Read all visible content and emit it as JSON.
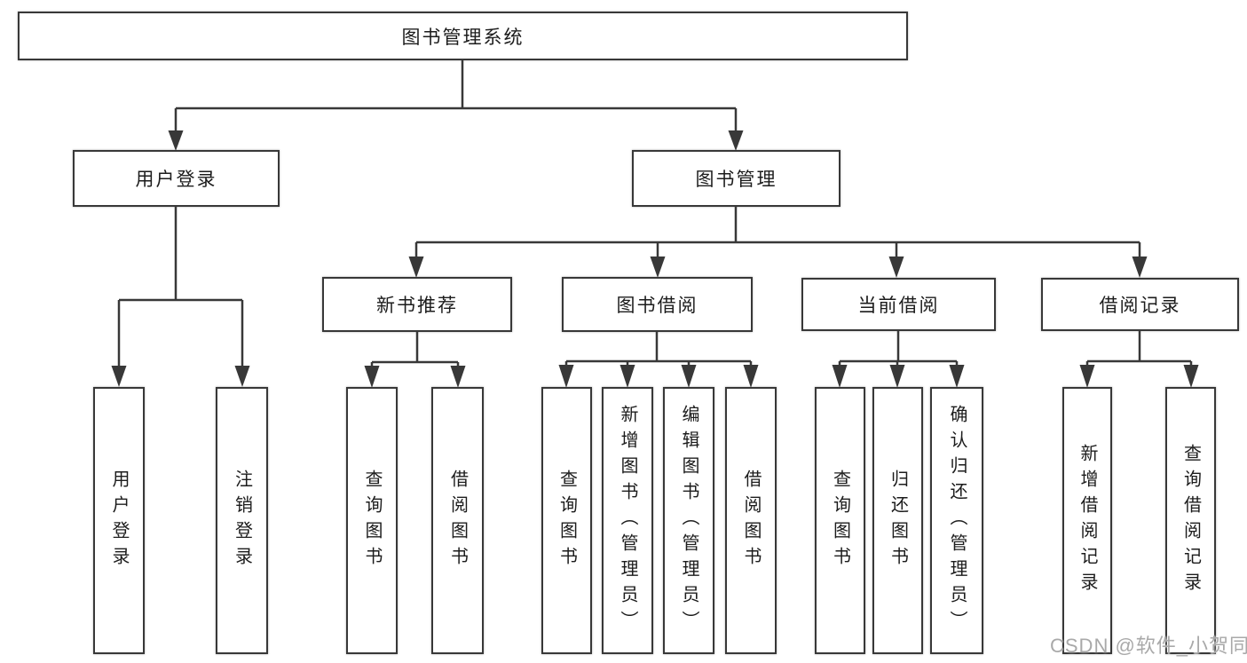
{
  "tree": {
    "root": "图书管理系统",
    "user_login": {
      "label": "用户登录",
      "leaves": [
        "用户登录",
        "注销登录"
      ]
    },
    "book_management": {
      "label": "图书管理",
      "sections": [
        {
          "label": "新书推荐",
          "leaves": [
            "查询图书",
            "借阅图书"
          ]
        },
        {
          "label": "图书借阅",
          "leaves": [
            "查询图书",
            "新增图书（管理员）",
            "编辑图书（管理员）",
            "借阅图书"
          ]
        },
        {
          "label": "当前借阅",
          "leaves": [
            "查询图书",
            "归还图书",
            "确认归还（管理员）"
          ]
        },
        {
          "label": "借阅记录",
          "leaves": [
            "新增借阅记录",
            "查询借阅记录"
          ]
        }
      ]
    }
  },
  "watermark": {
    "text": "CSDN @软件_小贺同学"
  },
  "colors": {
    "line": "#383838",
    "box_border": "#383838",
    "text": "#1c1c1c",
    "watermark": "#a9a9a9",
    "background": "#ffffff"
  }
}
